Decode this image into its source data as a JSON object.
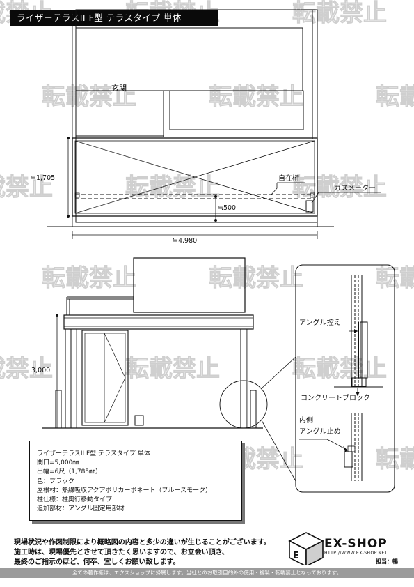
{
  "title": "ライザーテラスII F型 テラスタイプ 単体",
  "watermark_text": "転載禁止",
  "plan": {
    "label_entrance": "玄関",
    "label_beam": "自在桁",
    "label_gas_meter": "ガスメーター",
    "dim_depth": "≒1,705",
    "dim_gap": "≒500",
    "dim_width": "≒4,980"
  },
  "elevation": {
    "dim_height": "3,000"
  },
  "detail": {
    "label_angle_brace": "アングル控え",
    "label_block": "コンクリートブロック",
    "label_inner": "内側",
    "label_angle_stop": "アングル止め"
  },
  "spec": {
    "lines": [
      "ライザーテラスII F型 テラスタイプ 単体",
      "間口=5,000㎜",
      "出幅=6尺（1,785㎜）",
      "色：ブラック",
      "屋根材：熱線吸収アクアポリカーボネート（ブルースモーク）",
      "柱仕様：柱奥行移動タイプ",
      "追加部材：アングル固定用部材"
    ]
  },
  "notice": {
    "lines": [
      "現場状況や作図制限により概略図の内容と多少の違いが生じることがございます。",
      "施工時は、現場優先とさせて頂きたく思いますので、お立会い頂き、",
      "最終のご指示のほど、何卒、宜しくお願い致します。"
    ]
  },
  "brand": {
    "name": "EX-SHOP",
    "url": "HTTP://WWW.EX-SHOP.NET",
    "staff": "担当：暢"
  },
  "footer": "全ての著作権は、エクスショップに帰属します。当社とのお取引目的外の使用・複製・転載禁止となっております。"
}
